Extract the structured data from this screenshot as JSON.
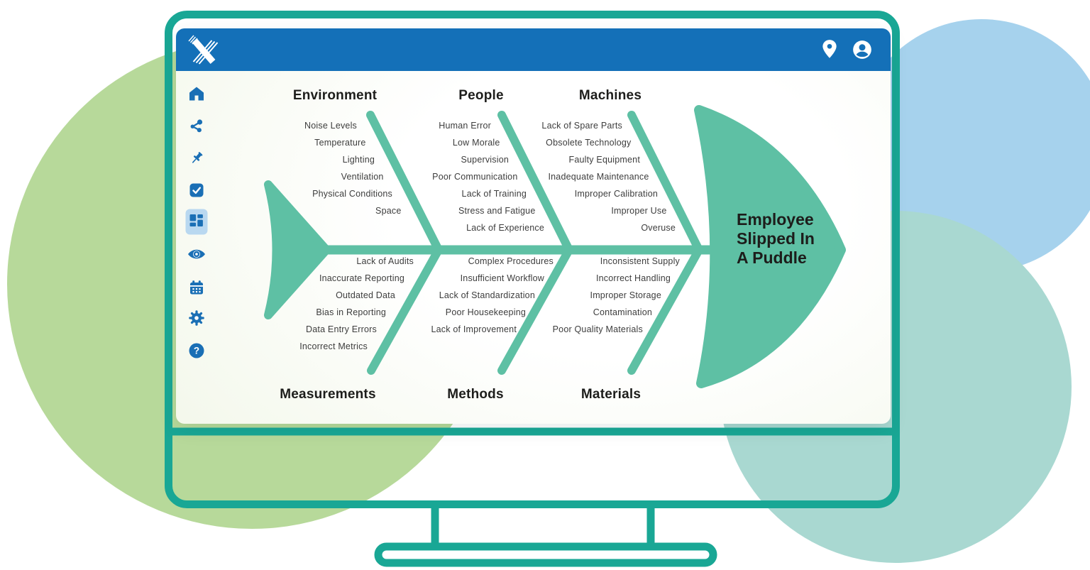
{
  "colors": {
    "header_blue": "#1470b8",
    "icon_blue": "#1a6fb5",
    "highlight_blue": "#b9d8f0",
    "fish_teal": "#5ec0a4",
    "frame_teal": "#19a795",
    "circle_green": "#b7d99a",
    "circle_blue": "#a6d2ed",
    "circle_teal2": "#a9d8d1",
    "text_dark": "#1d1d1b",
    "text_item": "#3d3d3d"
  },
  "header": {
    "logo": "X",
    "icons": [
      {
        "name": "location"
      },
      {
        "name": "profile"
      }
    ]
  },
  "sidebar": {
    "active": "dashboard",
    "items": [
      {
        "name": "home"
      },
      {
        "name": "share"
      },
      {
        "name": "pin"
      },
      {
        "name": "tasks"
      },
      {
        "name": "dashboard"
      },
      {
        "name": "view"
      },
      {
        "name": "calendar"
      },
      {
        "name": "settings"
      },
      {
        "name": "help"
      }
    ]
  },
  "diagram": {
    "type": "fishbone",
    "problem": "Employee Slipped In A Puddle",
    "categories": [
      {
        "label": "Environment",
        "position": "top",
        "items": [
          "Noise Levels",
          "Temperature",
          "Lighting",
          "Ventilation",
          "Physical Conditions",
          "Space"
        ]
      },
      {
        "label": "People",
        "position": "top",
        "items": [
          "Human Error",
          "Low Morale",
          "Supervision",
          "Poor Communication",
          "Lack of Training",
          "Stress and Fatigue",
          "Lack of Experience"
        ]
      },
      {
        "label": "Machines",
        "position": "top",
        "items": [
          "Lack of Spare Parts",
          "Obsolete Technology",
          "Faulty Equipment",
          "Inadequate Maintenance",
          "Improper Calibration",
          "Improper Use",
          "Overuse"
        ]
      },
      {
        "label": "Measurements",
        "position": "bottom",
        "items": [
          "Lack of Audits",
          "Inaccurate Reporting",
          "Outdated Data",
          "Bias in Reporting",
          "Data Entry Errors",
          "Incorrect Metrics"
        ]
      },
      {
        "label": "Methods",
        "position": "bottom",
        "items": [
          "Complex Procedures",
          "Insufficient Workflow",
          "Lack of Standardization",
          "Poor Housekeeping",
          "Lack of Improvement"
        ]
      },
      {
        "label": "Materials",
        "position": "bottom",
        "items": [
          "Inconsistent Supply",
          "Incorrect Handling",
          "Improper Storage",
          "Contamination",
          "Poor Quality Materials"
        ]
      }
    ]
  }
}
